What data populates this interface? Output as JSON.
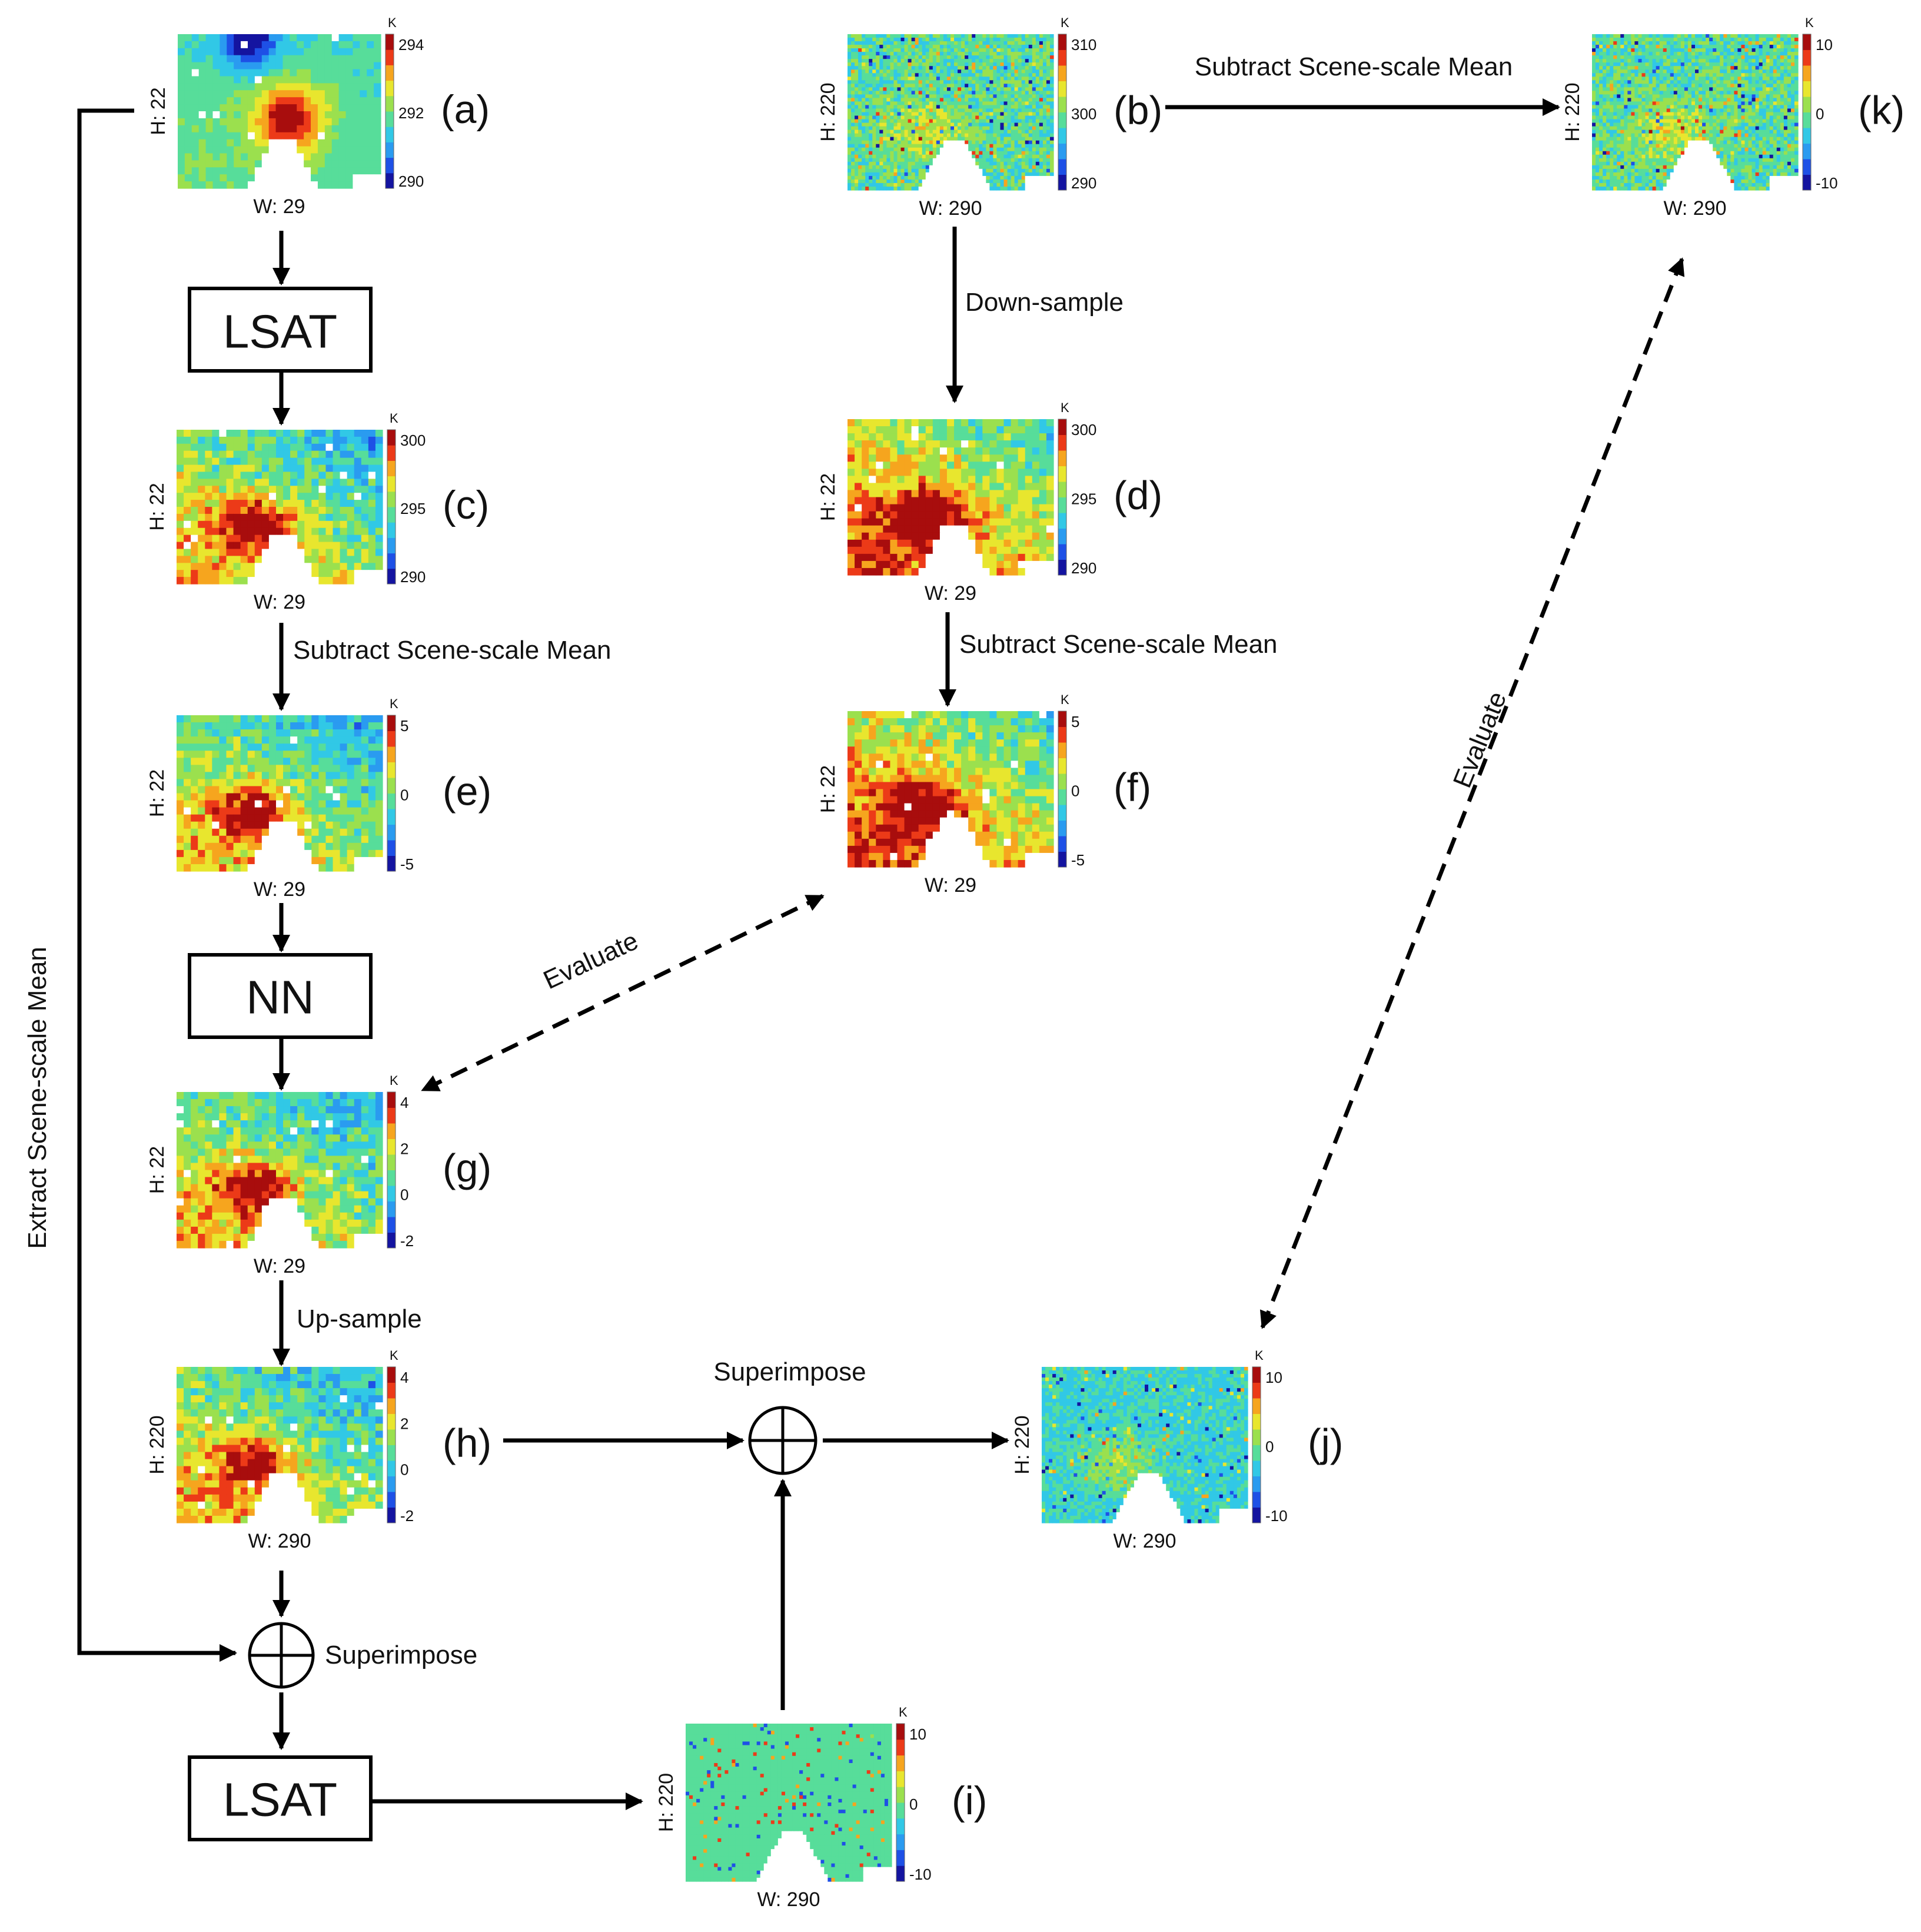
{
  "colormap": [
    "#1414a0",
    "#1e50e6",
    "#2a9bf0",
    "#31c8e6",
    "#57dd9a",
    "#9be04e",
    "#e8e62e",
    "#f6a51e",
    "#ec3a18",
    "#a80d0d"
  ],
  "panels": [
    {
      "id": "a",
      "letter": "(a)",
      "height_label": "H: 22",
      "width_label": "W: 29",
      "unit": "K",
      "ticks": [
        "294",
        "292",
        "290"
      ],
      "scale": "coarse",
      "pattern": "lsat-raw"
    },
    {
      "id": "b",
      "letter": "(b)",
      "height_label": "H: 220",
      "width_label": "W: 290",
      "unit": "K",
      "ticks": [
        "310",
        "300",
        "290"
      ],
      "scale": "fine",
      "pattern": "hr"
    },
    {
      "id": "c",
      "letter": "(c)",
      "height_label": "H: 22",
      "width_label": "W: 29",
      "unit": "K",
      "ticks": [
        "300",
        "295",
        "290"
      ],
      "scale": "coarse",
      "pattern": "lsat-out"
    },
    {
      "id": "d",
      "letter": "(d)",
      "height_label": "H: 22",
      "width_label": "W: 29",
      "unit": "K",
      "ticks": [
        "300",
        "295",
        "290"
      ],
      "scale": "coarse",
      "pattern": "down"
    },
    {
      "id": "e",
      "letter": "(e)",
      "height_label": "H: 22",
      "width_label": "W: 29",
      "unit": "K",
      "ticks": [
        "5",
        "0",
        "-5"
      ],
      "scale": "coarse",
      "pattern": "lsat-out"
    },
    {
      "id": "f",
      "letter": "(f)",
      "height_label": "H: 22",
      "width_label": "W: 29",
      "unit": "K",
      "ticks": [
        "5",
        "0",
        "-5"
      ],
      "scale": "coarse",
      "pattern": "down"
    },
    {
      "id": "g",
      "letter": "(g)",
      "height_label": "H: 22",
      "width_label": "W: 29",
      "unit": "K",
      "ticks": [
        "4",
        "2",
        "0",
        "-2"
      ],
      "scale": "coarse",
      "pattern": "lsat-out"
    },
    {
      "id": "h",
      "letter": "(h)",
      "height_label": "H: 220",
      "width_label": "W: 290",
      "unit": "K",
      "ticks": [
        "4",
        "2",
        "0",
        "-2"
      ],
      "scale": "coarse",
      "pattern": "lsat-out"
    },
    {
      "id": "i",
      "letter": "(i)",
      "height_label": "H: 220",
      "width_label": "W: 290",
      "unit": "K",
      "ticks": [
        "10",
        "0",
        "-10"
      ],
      "scale": "fine",
      "pattern": "residual"
    },
    {
      "id": "j",
      "letter": "(j)",
      "height_label": "H: 220",
      "width_label": "W: 290",
      "unit": "K",
      "ticks": [
        "10",
        "0",
        "-10"
      ],
      "scale": "fine",
      "pattern": "result"
    },
    {
      "id": "k",
      "letter": "(k)",
      "height_label": "H: 220",
      "width_label": "W: 290",
      "unit": "K",
      "ticks": [
        "10",
        "0",
        "-10"
      ],
      "scale": "fine",
      "pattern": "hr"
    }
  ],
  "boxes": [
    {
      "id": "lsat1",
      "label": "LSAT"
    },
    {
      "id": "nn",
      "label": "NN"
    },
    {
      "id": "lsat2",
      "label": "LSAT"
    }
  ],
  "step_labels": {
    "subtract_b_k": "Subtract Scene-scale Mean",
    "down_sample": "Down-sample",
    "subtract_c_e": "Subtract Scene-scale Mean",
    "subtract_d_f": "Subtract Scene-scale Mean",
    "evaluate_f_g": "Evaluate",
    "evaluate_k_j": "Evaluate",
    "up_sample": "Up-sample",
    "superimpose_h_i": "Superimpose",
    "superimpose_bottom": "Superimpose",
    "extract_mean": "Extract Scene-scale Mean"
  }
}
